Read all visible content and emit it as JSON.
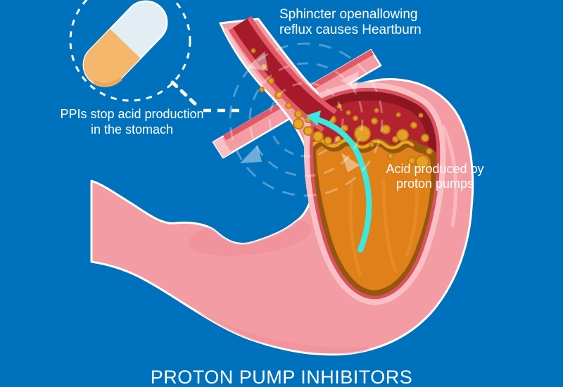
{
  "labels": {
    "sphincter_note": {
      "line1": "Sphincter openallowing",
      "line2": "reflux causes Heartburn"
    },
    "ppi_note": {
      "line1": "PPIs stop acid production",
      "line2": "in the stomach"
    },
    "acid_note": {
      "line1": "Acid produced by",
      "line2": "proton pumps"
    },
    "title": "PROTON PUMP INHIBITORS"
  },
  "colors": {
    "background": "#0071BC",
    "text": "#FFFFFF",
    "outline_white": "#FFFFFF",
    "stomach_wall": "#F49CA4",
    "stomach_wall_light": "#F8C0C5",
    "stomach_wall_shadow": "#EC8C96",
    "stomach_rim": "#D9525E",
    "reflux_red": "#B3222F",
    "reflux_red_dark": "#8C1623",
    "esophagus_stripe": "#E25864",
    "esophagus_core": "#A61A2B",
    "acid_orange": "#DF8019",
    "acid_border_brown": "#96560F",
    "bubble_yellow": "#E5A026",
    "bubble_outline": "#C37A15",
    "foam_yellow": "#E8A81F",
    "arrow_cyan": "#3BE8DF",
    "capsule_light": "#E3EDF4",
    "capsule_orange": "#F5B76C"
  },
  "icons": {
    "ppi-capsule-icon": "two-tone medicine capsule (rounded rect halves)",
    "magnifier-circle-icon": "white dashed zoom-callout circle",
    "leader-dashed-line": "white dashed connector line",
    "sphincter-rings-icon": "concentric dashed circles with rotation arrowheads",
    "reflux-arrow-icon": "curved cyan arrow showing acid rising",
    "acid-bubbles-icon": "yellow bubbles in refluxed acid"
  }
}
